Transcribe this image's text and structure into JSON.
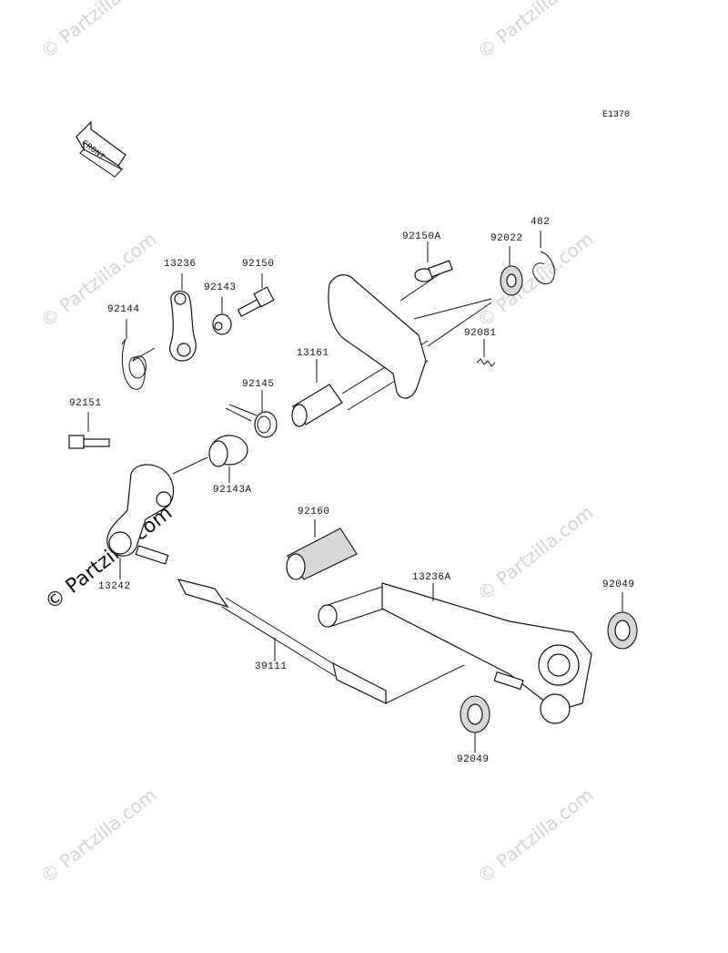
{
  "diagram": {
    "code": "E1370",
    "front_label": "FRONT",
    "watermark": "© Partzilla.com",
    "parts": {
      "p92144": "92144",
      "p13236": "13236",
      "p92143": "92143",
      "p92150": "92150",
      "p92150A": "92150A",
      "p92022": "92022",
      "p482": "482",
      "p92081": "92081",
      "p13161": "13161",
      "p92145": "92145",
      "p92151": "92151",
      "p92143A": "92143A",
      "p92160": "92160",
      "p13242": "13242",
      "p13236A": "13236A",
      "p92049a": "92049",
      "p39111": "39111",
      "p92049b": "92049"
    }
  }
}
